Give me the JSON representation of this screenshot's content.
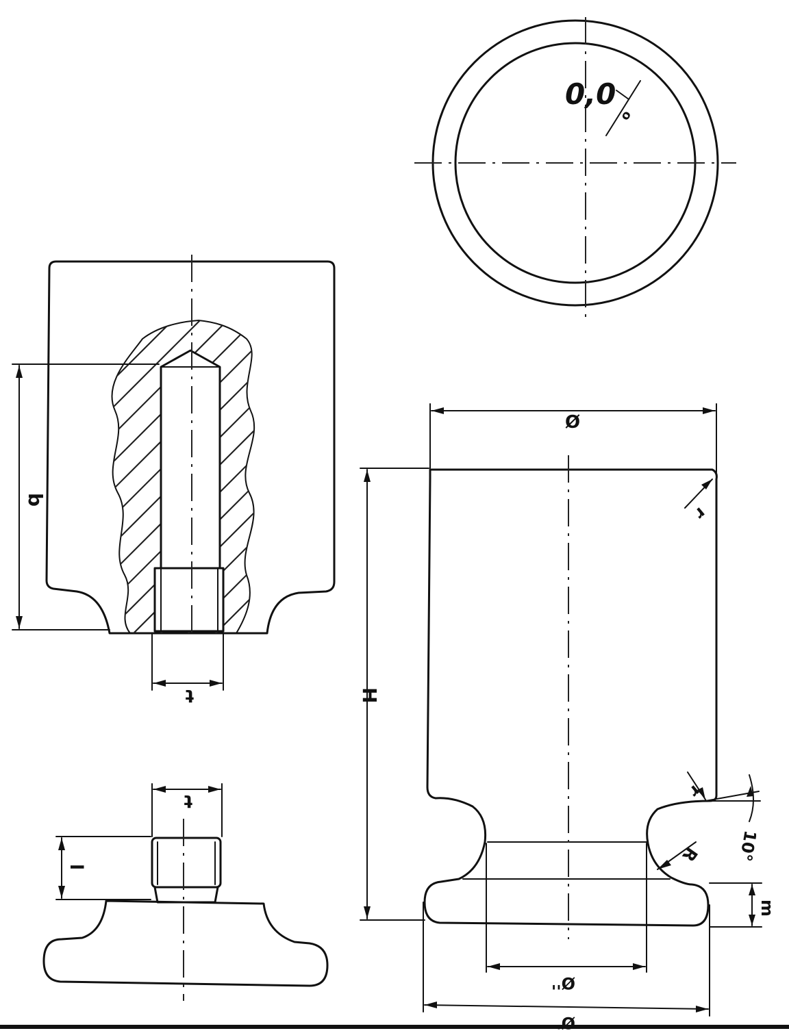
{
  "labels": {
    "tolerance_value": "0,0",
    "tolerance_symbol": "o",
    "dim_b": "b",
    "dim_t_top": "t",
    "dim_t_bottom": "t",
    "dim_l": "l",
    "dim_H": "H",
    "dim_diameter_top": "Ø",
    "dim_r_top": "r",
    "dim_r_bottom": "r",
    "dim_R": "R",
    "dim_angle": "10°",
    "dim_m": "m",
    "dim_diameter_inner": "Ø''",
    "dim_diameter_base": "Ø'"
  }
}
